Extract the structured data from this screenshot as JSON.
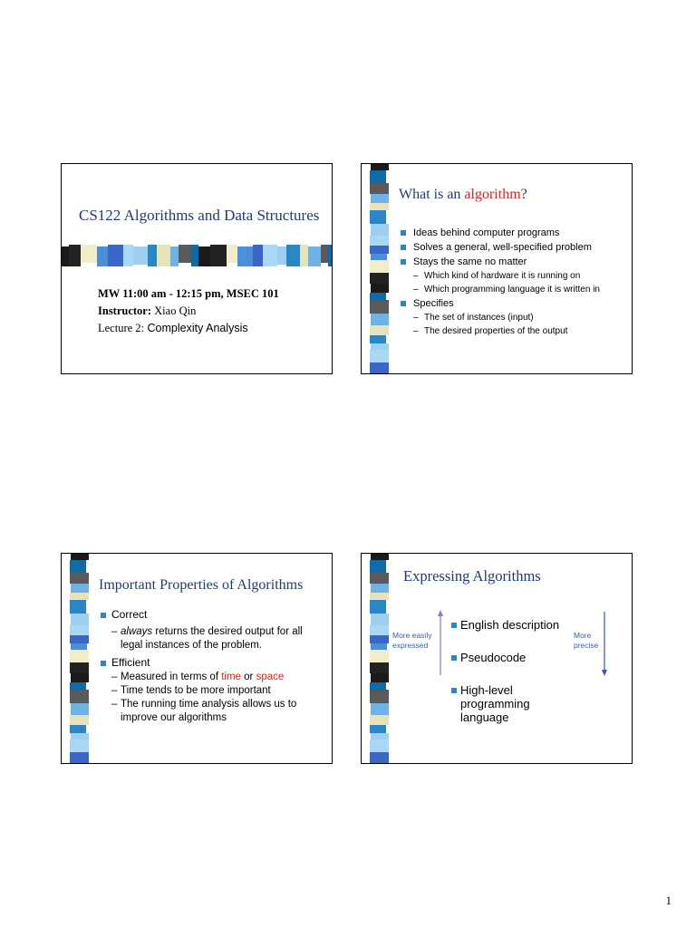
{
  "slide1": {
    "title": "CS122 Algorithms and Data Structures",
    "schedule": "MW 11:00 am - 12:15 pm, MSEC 101",
    "instructor_label": "Instructor:",
    "instructor_name": "Xiao Qin",
    "lecture_label": "Lecture 2:",
    "lecture_topic": "Complexity Analysis"
  },
  "slide2": {
    "title_prefix": "What is an",
    "title_highlight": "algorithm",
    "title_suffix": "?",
    "bullets": [
      "Ideas behind computer programs",
      "Solves a general, well-specified problem",
      "Stays the same no matter"
    ],
    "sub_bullets_1": [
      "Which kind of hardware it is running on",
      "Which programming language it is written in"
    ],
    "bullet_4": "Specifies",
    "sub_bullets_2": [
      "The set of instances (input)",
      "The desired properties of the output"
    ]
  },
  "slide3": {
    "title": "Important Properties of Algorithms",
    "correct": "Correct",
    "correct_sub_italic": "always",
    "correct_sub_rest": " returns the desired output for all",
    "correct_sub_line2": "legal instances of the problem.",
    "efficient": "Efficient",
    "eff_sub1_prefix": "Measured in terms of ",
    "eff_sub1_time": "time",
    "eff_sub1_or": " or ",
    "eff_sub1_space": "space",
    "eff_sub2": "Time tends to be more important",
    "eff_sub3_line1": "The running time analysis allows us to",
    "eff_sub3_line2": "improve our algorithms"
  },
  "slide4": {
    "title": "Expressing Algorithms",
    "left_arrow_label_1": "More easily",
    "left_arrow_label_2": "expressed",
    "right_arrow_label_1": "More",
    "right_arrow_label_2": "precise",
    "items": [
      "English description",
      "Pseudocode"
    ],
    "item3_line1": "High-level",
    "item3_line2": "programming",
    "item3_line3": "language"
  },
  "page_number": "1",
  "colors": {
    "title_blue": "#1f3a73",
    "highlight_red": "#e0201a",
    "bullet_blue": "#2b86c5",
    "arrow_purple": "#9370db",
    "arrow_blue": "#3355cc"
  }
}
